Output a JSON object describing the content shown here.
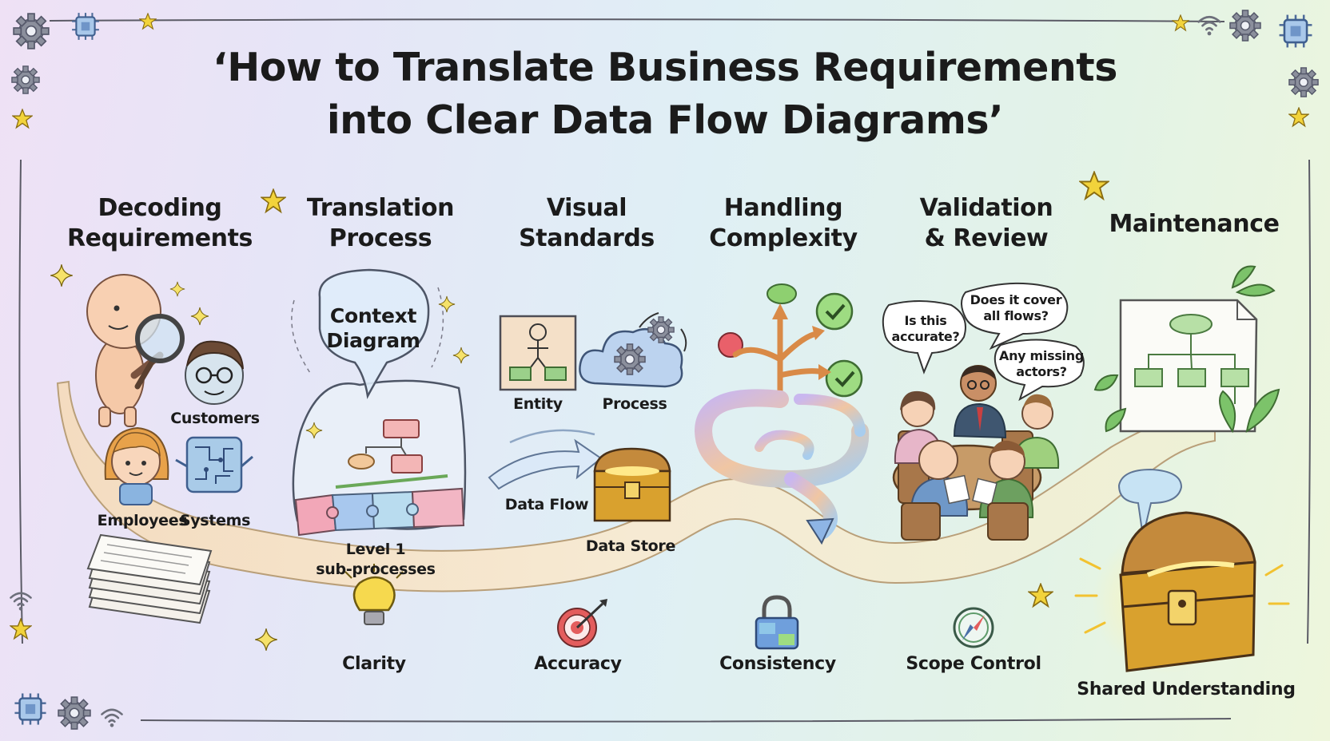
{
  "title": {
    "line1": "‘How to Translate Business Requirements",
    "line2": "into Clear Data Flow Diagrams’"
  },
  "sections": [
    {
      "line1": "Decoding",
      "line2": "Requirements"
    },
    {
      "line1": "Translation",
      "line2": "Process"
    },
    {
      "line1": "Visual",
      "line2": "Standards"
    },
    {
      "line1": "Handling",
      "line2": "Complexity"
    },
    {
      "line1": "Validation",
      "line2": "& Review"
    },
    {
      "line1": "Maintenance"
    }
  ],
  "decoding": {
    "customers": "Customers",
    "employees": "Employees",
    "systems": "Systems"
  },
  "translation": {
    "context_line1": "Context",
    "context_line2": "Diagram",
    "level_line1": "Level 1",
    "level_line2": "sub-processes"
  },
  "visual": {
    "entity": "Entity",
    "process": "Process",
    "data_flow": "Data Flow",
    "data_store": "Data Store"
  },
  "review": {
    "q1_line1": "Is this",
    "q1_line2": "accurate?",
    "q2_line1": "Does it cover",
    "q2_line2": "all flows?",
    "q3_line1": "Any missing",
    "q3_line2": "actors?"
  },
  "values": [
    {
      "label": "Clarity",
      "icon": "lightbulb-icon"
    },
    {
      "label": "Accuracy",
      "icon": "target-icon"
    },
    {
      "label": "Consistency",
      "icon": "padlock-icon"
    },
    {
      "label": "Scope Control",
      "icon": "compass-icon"
    }
  ],
  "outcome": {
    "label": "Shared Understanding",
    "icon": "treasure-chest-icon"
  },
  "colors": {
    "frame": "#5b5b66",
    "path": "#f6e7c9",
    "gold": "#d9a826",
    "wood": "#b07a35",
    "green": "#7cc36a",
    "blue": "#8fb6de"
  }
}
